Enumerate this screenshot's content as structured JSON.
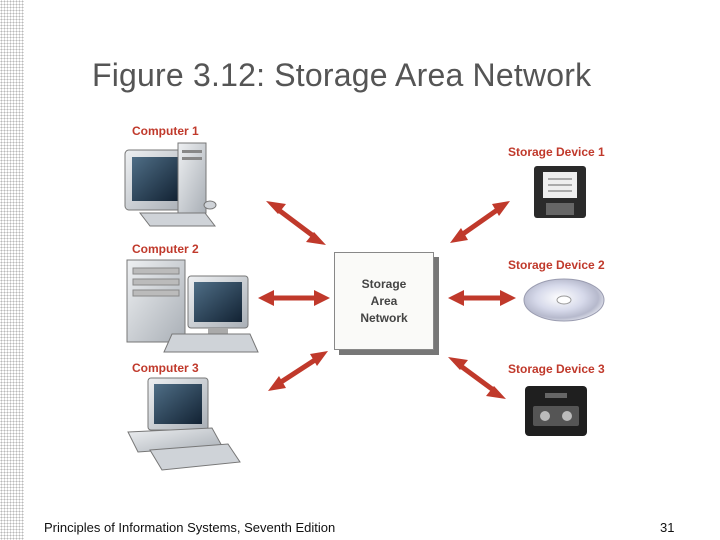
{
  "slide": {
    "title": "Figure 3.12: Storage Area Network",
    "footer_text": "Principles of Information Systems, Seventh Edition",
    "page_number": "31"
  },
  "diagram": {
    "computers": [
      "Computer 1",
      "Computer 2",
      "Computer 3"
    ],
    "storage_devices": [
      "Storage  Device 1",
      "Storage  Device 2",
      "Storage  Device 3"
    ],
    "center_label": "Storage\nArea\nNetwork"
  },
  "colors": {
    "arrow": "#c0392b",
    "label": "#c0392b",
    "title": "#555555"
  },
  "icons": [
    "desktop-computer-icon",
    "tower-computer-icon",
    "desktop-computer-icon",
    "floppy-disk-icon",
    "optical-disc-icon",
    "tape-cartridge-icon"
  ]
}
